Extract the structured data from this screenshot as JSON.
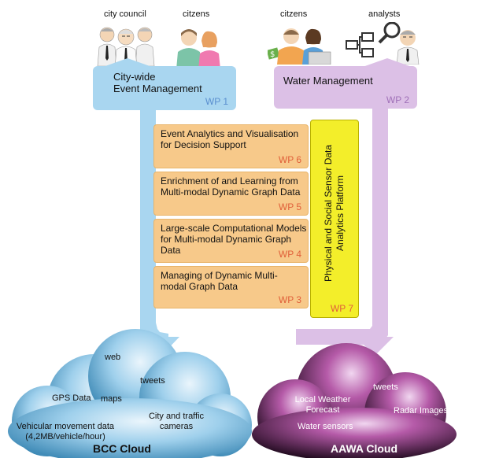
{
  "stakeholders": {
    "city_council": "city council",
    "citizens_left": "citzens",
    "citizens_right": "citzens",
    "analysts": "analysts"
  },
  "use_cases": {
    "left": {
      "title_line1": "City-wide",
      "title_line2": "Event Management",
      "code": "WP 1",
      "color": "#a9d6f0"
    },
    "right": {
      "title": "Water Management",
      "code": "WP 2",
      "color": "#dcc0e6"
    }
  },
  "work_packages": [
    {
      "title": "Event Analytics and Visualisation for Decision Support",
      "code": "WP 6"
    },
    {
      "title": "Enrichment of and Learning from Multi-modal Dynamic Graph Data",
      "code": "WP 5"
    },
    {
      "title": "Large-scale Computational Models for Multi-modal Dynamic Graph Data",
      "code": "WP 4"
    },
    {
      "title": "Managing of Dynamic Multi-modal Graph Data",
      "code": "WP 3"
    }
  ],
  "platform": {
    "title_line1": "Physical and Social Sensor Data",
    "title_line2": "Analytics Platform",
    "code": "WP 7",
    "color": "#f3ee2a"
  },
  "bcc_cloud": {
    "name": "BCC Cloud",
    "color": "#4a9ccc",
    "sources": {
      "web": "web",
      "tweets": "tweets",
      "gps": "GPS Data",
      "maps": "maps",
      "traffic": "City and traffic cameras",
      "vehicular_line1": "Vehicular movement data",
      "vehicular_line2": "(4,2MB/vehicle/hour)"
    }
  },
  "aawa_cloud": {
    "name": "AAWA Cloud",
    "color": "#3a1436",
    "sources": {
      "tweets": "tweets",
      "weather_line1": "Local Weather",
      "weather_line2": "Forecast",
      "radar": "Radar Images",
      "sensors": "Water sensors"
    }
  }
}
